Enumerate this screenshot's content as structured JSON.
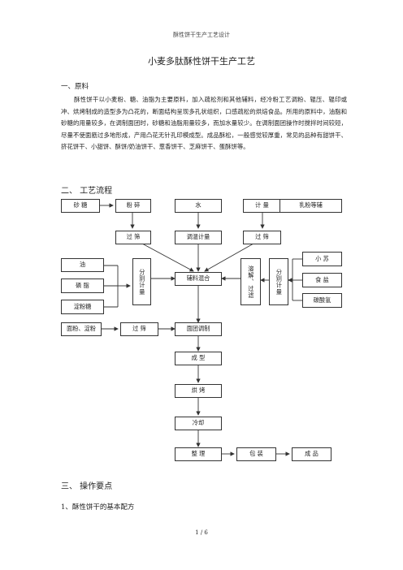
{
  "header": {
    "doc_title": "酥性饼干生产工艺设计"
  },
  "title": "小麦多肽酥性饼干生产工艺",
  "section1": {
    "heading": "一、原料",
    "paragraph": "酥性饼干以小麦粉、糖、油脂为主要原料，加入疏松剂和其他辅料，经冷粉工艺调粉、辊压、辊印或冲、烘烤制成的造型多为凸花的，断面结构呈现多孔状组织，口感疏松的烘焙食品。所用的原料中，油脂和砂糖的用量较多，在调制面团时，砂糖和油脂用量较多，而加水量较少。在调制面团操作时搅拌时间较短，尽量不使面筋过多地形成，产用凸花无针孔印模成型。成品酥松，一般感觉较厚重，常见的品种有甜饼干、挤花饼干、小甜饼、酥饼/奶油饼干、葱香饼干、芝麻饼干、蛋酥饼等。"
  },
  "section2": {
    "heading": "二、    工艺流程"
  },
  "flow": {
    "sugar": "砂    糖",
    "crush": "粉    碎",
    "water": "水",
    "measure_top": "计    量",
    "emulsifier": "乳粉等辅",
    "sieve_left": "过    筛",
    "temp_measure": "调温计量",
    "sieve_right": "过    筛",
    "oil": "油",
    "phospholipid": "磷    脂",
    "starch_syrup": "淀粉糖",
    "measure_left": "分别计量",
    "mix_aux": "辅料混合",
    "dissolve_filter": "溶解、过滤",
    "measure_right": "分别计量",
    "soda": "小  苏",
    "salt": "食    盐",
    "ammonium": "碳酸氢",
    "flour_starch": "面粉、淀粉",
    "sieve_flour": "过    筛",
    "dough": "面团调制",
    "forming": "成    型",
    "baking": "烘    烤",
    "cooling": "冷却",
    "finishing": "整    理",
    "packing": "包    装",
    "product": "成    品"
  },
  "section3": {
    "heading": "三、    操作要点"
  },
  "subsection": {
    "heading": "1、酥性饼干的基本配方"
  },
  "footer": {
    "page": "1  /  6"
  }
}
